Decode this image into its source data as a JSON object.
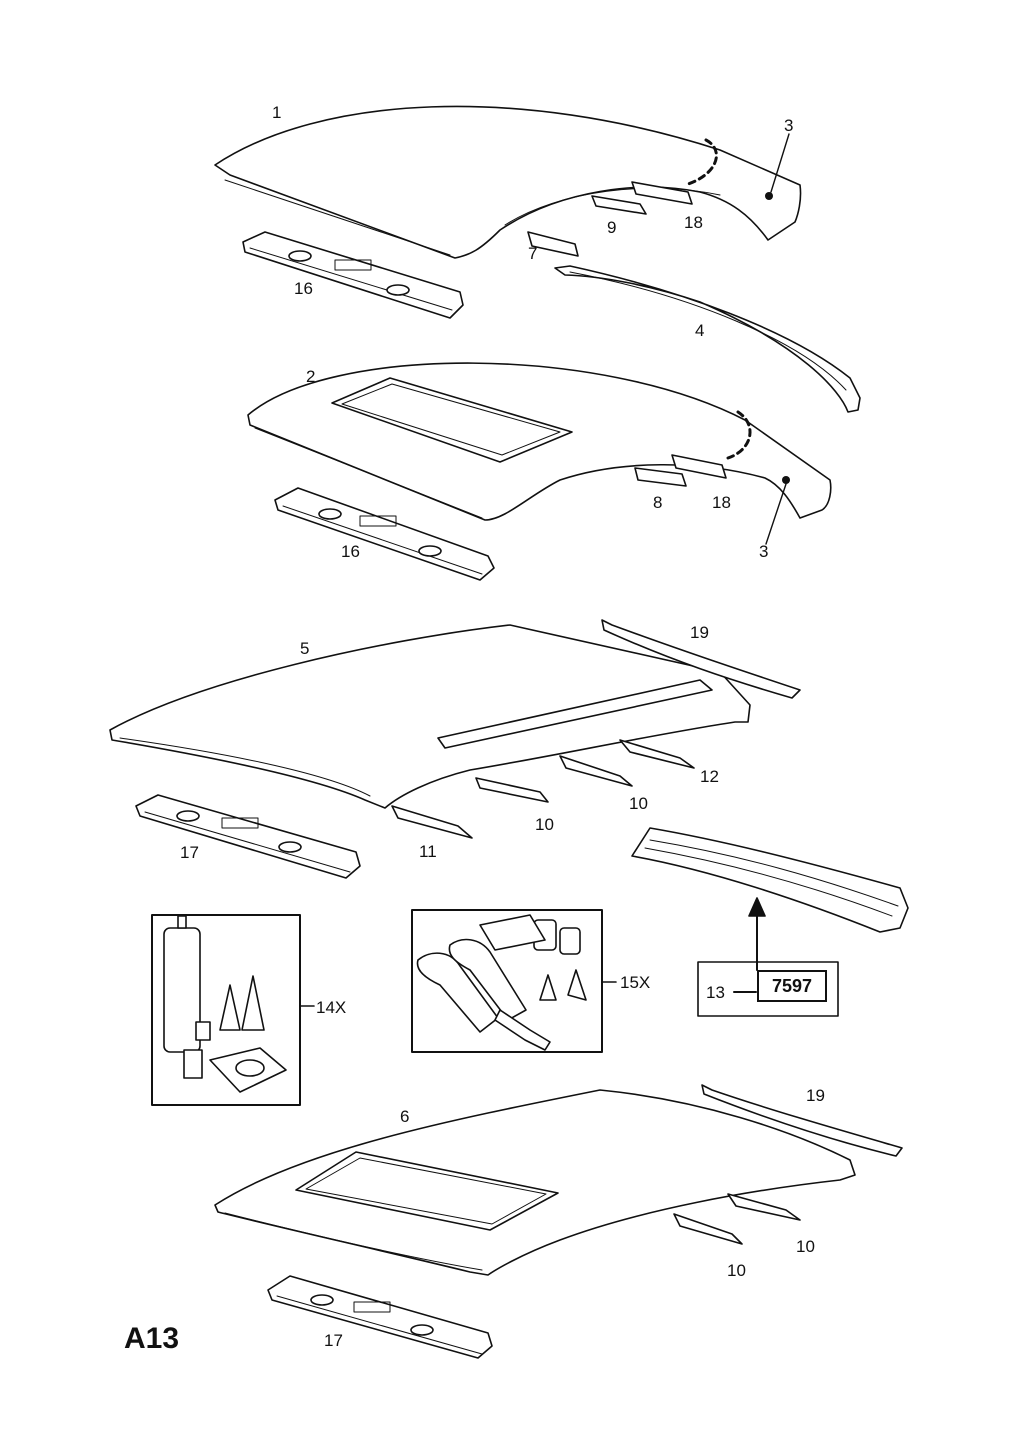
{
  "page_code": "A13",
  "part_code": "7597",
  "callouts": {
    "c1": "1",
    "c2": "2",
    "c3a": "3",
    "c3b": "3",
    "c4": "4",
    "c5": "5",
    "c6": "6",
    "c7": "7",
    "c8": "8",
    "c9": "9",
    "c10a": "10",
    "c10b": "10",
    "c10c": "10",
    "c10d": "10",
    "c11": "11",
    "c12": "12",
    "c13": "13",
    "c14x": "14X",
    "c15x": "15X",
    "c16a": "16",
    "c16b": "16",
    "c17a": "17",
    "c17b": "17",
    "c18a": "18",
    "c18b": "18",
    "c19a": "19",
    "c19b": "19"
  }
}
